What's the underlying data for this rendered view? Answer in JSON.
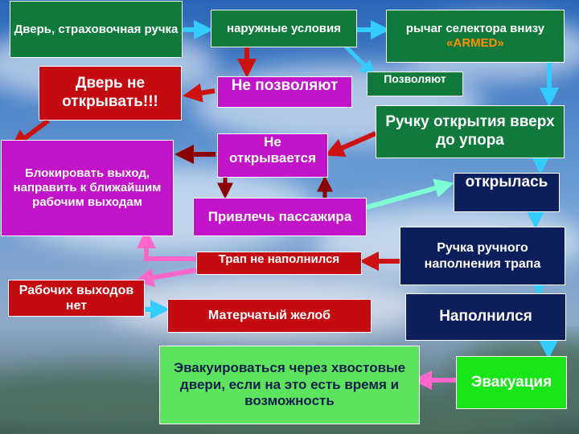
{
  "diagram": {
    "nodes": {
      "door_handle": "Дверь, страховочная ручка",
      "outside_conditions": "наружные условия",
      "selector_lever": "рычаг селектора внизу",
      "selector_lever_accent": "«ARMED»",
      "do_not_open": "Дверь не открывать!!!",
      "not_allow": "Не позволяют",
      "allow": "Позволяют",
      "handle_up": "Ручку открытия вверх до упора",
      "block_exit": "Блокировать выход, направить к ближайшим рабочим выходам",
      "not_opened": "Не открывается",
      "opened": "открылась",
      "call_passenger": "Привлечь пассажира",
      "manual_inflation": "Ручка ручного наполнения трапа",
      "slide_not_inflated": "Трап не наполнился",
      "no_working_exits": "Рабочих выходов нет",
      "cloth_chute": "Матерчатый желоб",
      "inflated": "Наполнился",
      "evacuate_tail": "Эвакуироваться через хвостовые двери, если на это есть время и возможность",
      "evacuation": "Эвакуация"
    }
  },
  "colors": {
    "cyan_arrow": "#33ccff",
    "red_arrow": "#cc1111",
    "pink_arrow": "#ff66cc",
    "dark_red_arrow": "#8b0000",
    "mint_arrow": "#7fffd4"
  }
}
